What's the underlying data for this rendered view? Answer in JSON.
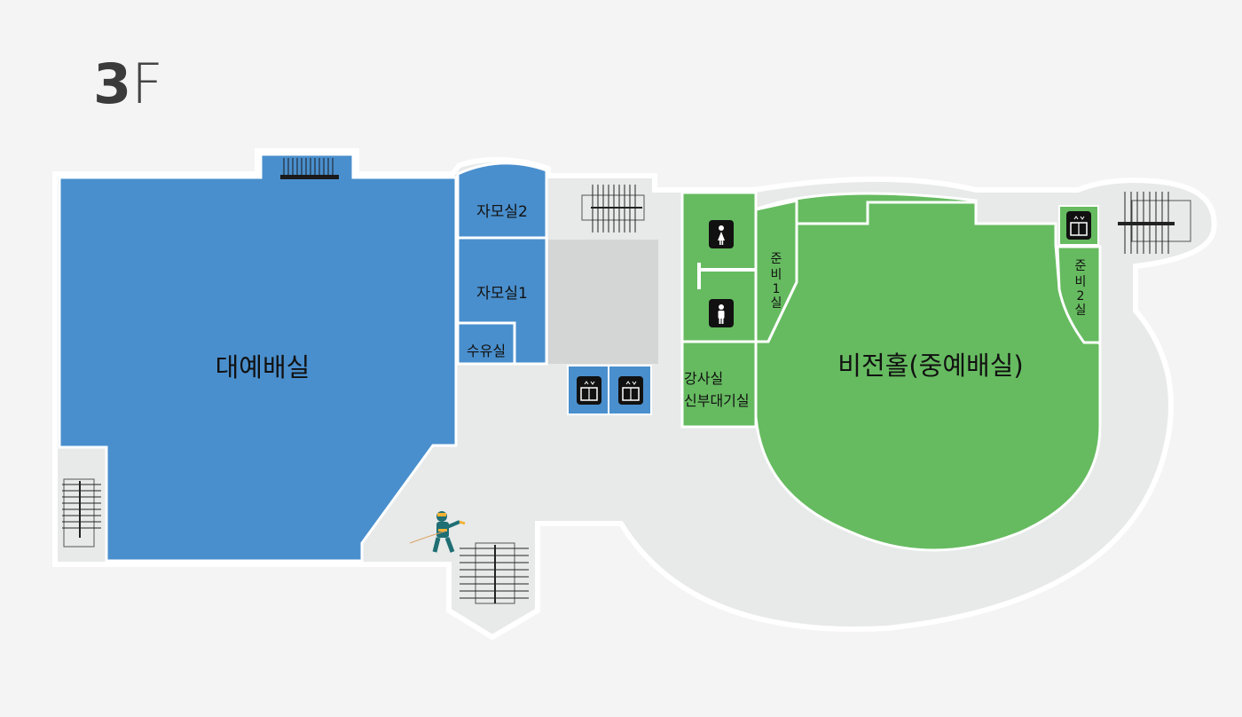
{
  "floor": {
    "number": "3",
    "unit": "F"
  },
  "rooms": {
    "main_hall": "대예배실",
    "mother_room_2": "자모실2",
    "mother_room_1": "자모실1",
    "nursing_room": "수유실",
    "lecture_room_line1": "강사실",
    "lecture_room_line2": "신부대기실",
    "prep_room_1": [
      "준",
      "비",
      "1",
      "실"
    ],
    "prep_room_2": [
      "준",
      "비",
      "2",
      "실"
    ],
    "vision_hall": "비전홀(중예배실)"
  },
  "colors": {
    "blue": "#4a8fcd",
    "green": "#66bb60",
    "corridor": "#e8e9e9",
    "core": "#d4d5d5",
    "background": "#f4f4f4"
  },
  "icons": [
    "elevator-icon",
    "female-restroom-icon",
    "male-restroom-icon",
    "fire-extinguisher-person-icon",
    "stairs-icon"
  ]
}
